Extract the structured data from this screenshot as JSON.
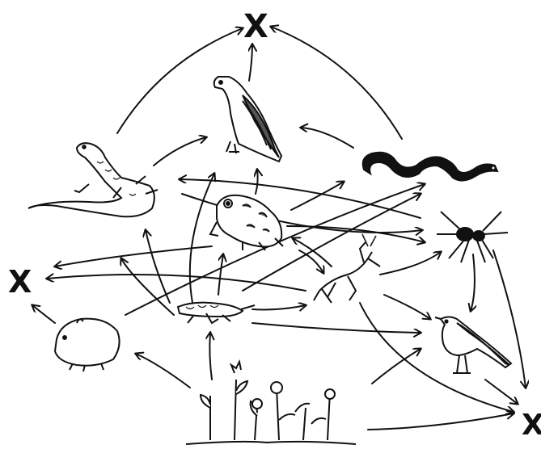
{
  "diagram": {
    "type": "food-web",
    "terminal_labels": {
      "top": "X",
      "left": "X",
      "right": "X"
    },
    "organisms": [
      {
        "id": "hawk",
        "icon": "hawk-icon"
      },
      {
        "id": "lizard",
        "icon": "lizard-icon"
      },
      {
        "id": "snake",
        "icon": "snake-icon"
      },
      {
        "id": "frog",
        "icon": "frog-icon"
      },
      {
        "id": "spider",
        "icon": "spider-icon"
      },
      {
        "id": "mantis",
        "icon": "mantis-icon"
      },
      {
        "id": "grasshopper",
        "icon": "grasshopper-icon"
      },
      {
        "id": "rodent",
        "icon": "rodent-icon"
      },
      {
        "id": "bird",
        "icon": "bird-icon"
      },
      {
        "id": "plants",
        "icon": "plants-icon"
      }
    ],
    "colors": {
      "ink": "#111111",
      "background": "#ffffff"
    }
  }
}
